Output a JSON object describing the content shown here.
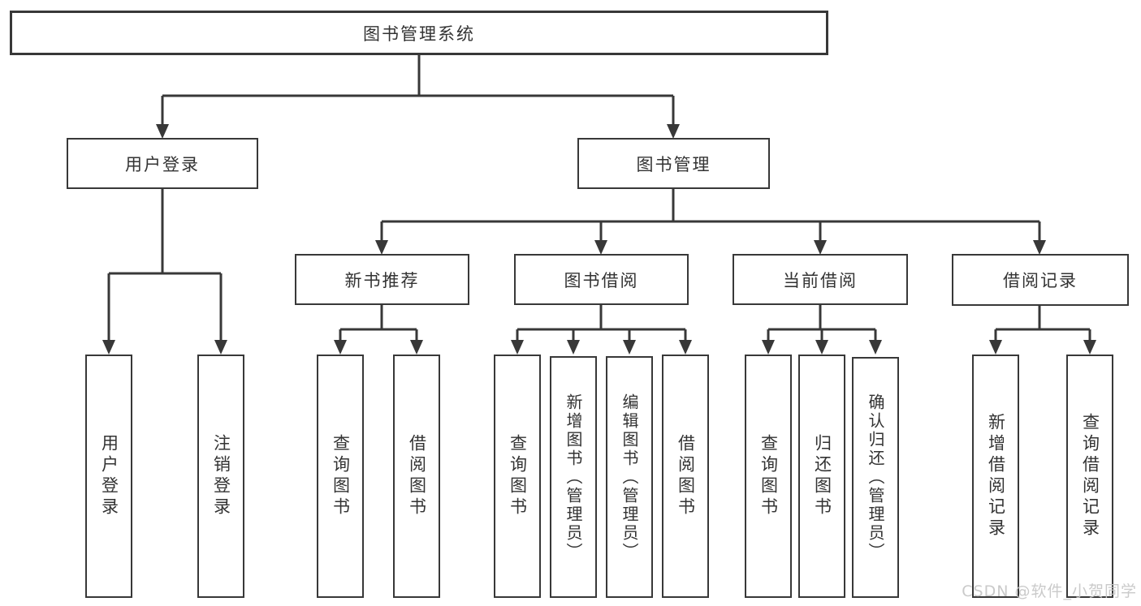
{
  "root": {
    "label": "图书管理系统"
  },
  "user_branch": {
    "label": "用户登录",
    "children": [
      {
        "label": "用户登录"
      },
      {
        "label": "注销登录"
      }
    ]
  },
  "mgmt_branch": {
    "label": "图书管理",
    "sections": [
      {
        "label": "新书推荐",
        "children": [
          {
            "label": "查询图书"
          },
          {
            "label": "借阅图书"
          }
        ]
      },
      {
        "label": "图书借阅",
        "children": [
          {
            "label": "查询图书"
          },
          {
            "label": "新增图书（管理员）"
          },
          {
            "label": "编辑图书（管理员）"
          },
          {
            "label": "借阅图书"
          }
        ]
      },
      {
        "label": "当前借阅",
        "children": [
          {
            "label": "查询图书"
          },
          {
            "label": "归还图书"
          },
          {
            "label": "确认归还（管理员）"
          }
        ]
      },
      {
        "label": "借阅记录",
        "children": [
          {
            "label": "新增借阅记录"
          },
          {
            "label": "查询借阅记录"
          }
        ]
      }
    ]
  },
  "watermark": "CSDN @软件_小贺同学",
  "colors": {
    "line": "#383838",
    "text": "#333333",
    "background": "#ffffff",
    "watermark": "#c6c6c6"
  }
}
